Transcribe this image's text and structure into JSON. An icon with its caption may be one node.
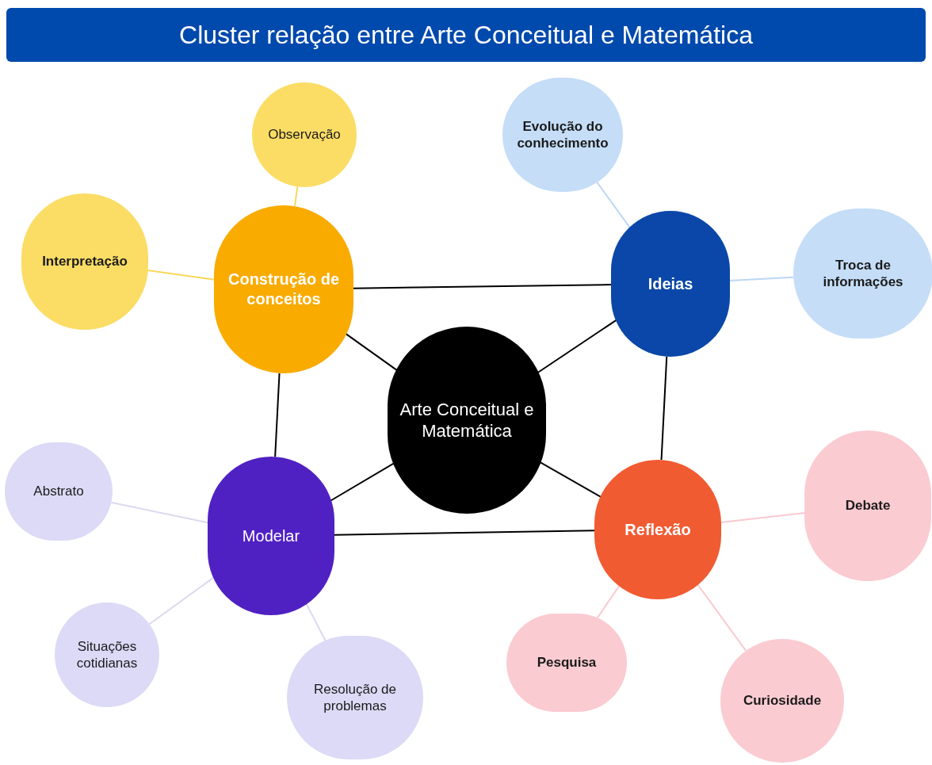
{
  "diagram": {
    "title": "Cluster relação entre Arte Conceitual e Matemática",
    "nodes": [
      {
        "text": [
          "Arte Conceitual e Matemática"
        ]
      },
      {
        "text": [
          "Construção de conceitos"
        ]
      },
      {
        "text": [
          "Observação"
        ]
      },
      {
        "text": [
          "Interpretação"
        ]
      },
      {
        "text": [
          "Ideias"
        ]
      },
      {
        "text": [
          "Evolução do conhecimento"
        ]
      },
      {
        "text": [
          "Troca de informações"
        ]
      },
      {
        "text": [
          "Modelar"
        ]
      },
      {
        "text": [
          "Abstrato"
        ]
      },
      {
        "text": [
          "Situações cotidianas"
        ]
      },
      {
        "text": [
          "Resolução de problemas"
        ]
      },
      {
        "text": [
          "Reflexão"
        ]
      },
      {
        "text": [
          "Debate"
        ]
      },
      {
        "text": [
          "Pesquisa"
        ]
      },
      {
        "text": [
          "Curiosidade"
        ]
      }
    ],
    "edges": [
      {
        "from": 1,
        "to": 4,
        "arrow": "none"
      },
      {
        "from": 1,
        "to": 0,
        "arrow": "none"
      },
      {
        "from": 1,
        "to": 7,
        "arrow": "none"
      },
      {
        "from": 0,
        "to": 4,
        "arrow": "none"
      },
      {
        "from": 4,
        "to": 11,
        "arrow": "none"
      },
      {
        "from": 0,
        "to": 7,
        "arrow": "none"
      },
      {
        "from": 0,
        "to": 11,
        "arrow": "none"
      },
      {
        "from": 7,
        "to": 11,
        "arrow": "none"
      },
      {
        "from": 1,
        "to": 2,
        "arrow": "none",
        "color": "#f7d85a"
      },
      {
        "from": 1,
        "to": 3,
        "arrow": "none",
        "color": "#f7d85a"
      },
      {
        "from": 4,
        "to": 5,
        "arrow": "none",
        "color": "#bcd7f5"
      },
      {
        "from": 4,
        "to": 6,
        "arrow": "none",
        "color": "#bcd7f5"
      },
      {
        "from": 7,
        "to": 8,
        "arrow": "none",
        "color": "#ddd8f0"
      },
      {
        "from": 7,
        "to": 9,
        "arrow": "none",
        "color": "#ddd8f0"
      },
      {
        "from": 7,
        "to": 10,
        "arrow": "none",
        "color": "#ddd8f0"
      },
      {
        "from": 11,
        "to": 12,
        "arrow": "none",
        "color": "#f9c9cf"
      },
      {
        "from": 11,
        "to": 13,
        "arrow": "none",
        "color": "#f9c9cf"
      },
      {
        "from": 11,
        "to": 14,
        "arrow": "none",
        "color": "#f9c9cf"
      }
    ]
  }
}
